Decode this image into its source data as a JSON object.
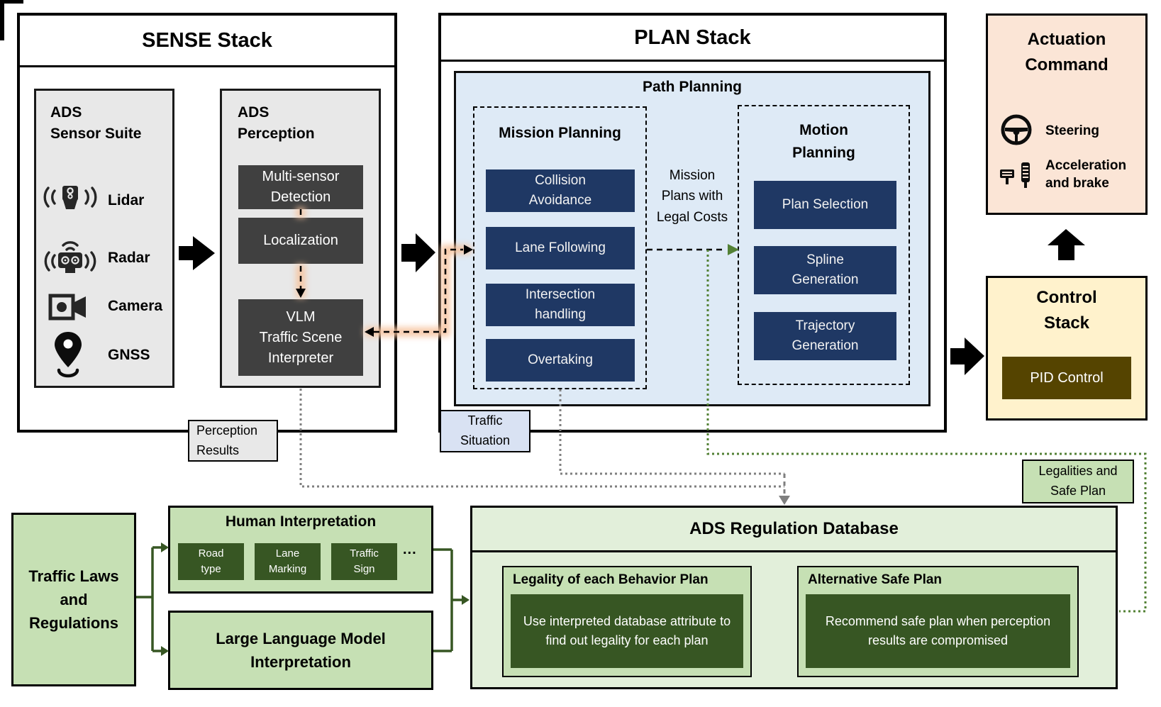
{
  "sense": {
    "title": "SENSE Stack",
    "sensor_suite": {
      "title": "ADS\nSensor Suite",
      "items": [
        {
          "icon": "lidar-icon",
          "label": "Lidar"
        },
        {
          "icon": "radar-icon",
          "label": "Radar"
        },
        {
          "icon": "camera-icon",
          "label": "Camera"
        },
        {
          "icon": "gnss-icon",
          "label": "GNSS"
        }
      ]
    },
    "perception": {
      "title": "ADS\nPerception",
      "boxes": [
        "Multi-sensor\nDetection",
        "Localization",
        "VLM\nTraffic Scene\nInterpreter"
      ]
    }
  },
  "plan": {
    "title": "PLAN Stack",
    "path_planning_title": "Path Planning",
    "mission": {
      "title": "Mission Planning",
      "items": [
        "Collision\nAvoidance",
        "Lane Following",
        "Intersection\nhandling",
        "Overtaking"
      ]
    },
    "flow_label": "Mission\nPlans with\nLegal Costs",
    "motion": {
      "title": "Motion\nPlanning",
      "items": [
        "Plan Selection",
        "Spline\nGeneration",
        "Trajectory\nGeneration"
      ]
    }
  },
  "actuation": {
    "title": "Actuation\nCommand",
    "items": [
      {
        "icon": "steering-wheel-icon",
        "label": "Steering"
      },
      {
        "icon": "pedals-icon",
        "label": "Acceleration\nand brake"
      }
    ]
  },
  "control": {
    "title": "Control\nStack",
    "pid": "PID Control"
  },
  "labels": {
    "perception_results": "Perception\nResults",
    "traffic_situation": "Traffic\nSituation",
    "legalities": "Legalities and\nSafe Plan"
  },
  "bottom": {
    "traffic_laws": "Traffic Laws\nand\nRegulations",
    "human": {
      "title": "Human Interpretation",
      "chips": [
        "Road\ntype",
        "Lane\nMarking",
        "Traffic\nSign"
      ],
      "more": "..."
    },
    "llm_title": "Large Language Model\nInterpretation",
    "database": {
      "title": "ADS Regulation Database",
      "legality": {
        "title": "Legality of each Behavior Plan",
        "body": "Use interpreted database attribute to find out legality for each plan"
      },
      "alternative": {
        "title": "Alternative Safe Plan",
        "body": "Recommend safe plan when perception results are compromised"
      }
    }
  },
  "colors": {
    "dark_box": "#404040",
    "navy": "#1F3864",
    "light_gray": "#E8E8E8",
    "light_blue": "#DEEAF6",
    "situation_blue": "#D9E2F3",
    "peach": "#FBE5D6",
    "cream": "#FFF2CC",
    "olive": "#554400",
    "light_green": "#C6E0B4",
    "pale_green": "#E2EFDA",
    "dark_green": "#375623",
    "green_line": "#538135",
    "gray_line": "#7F7F7F",
    "glow": "#F6C39F"
  }
}
